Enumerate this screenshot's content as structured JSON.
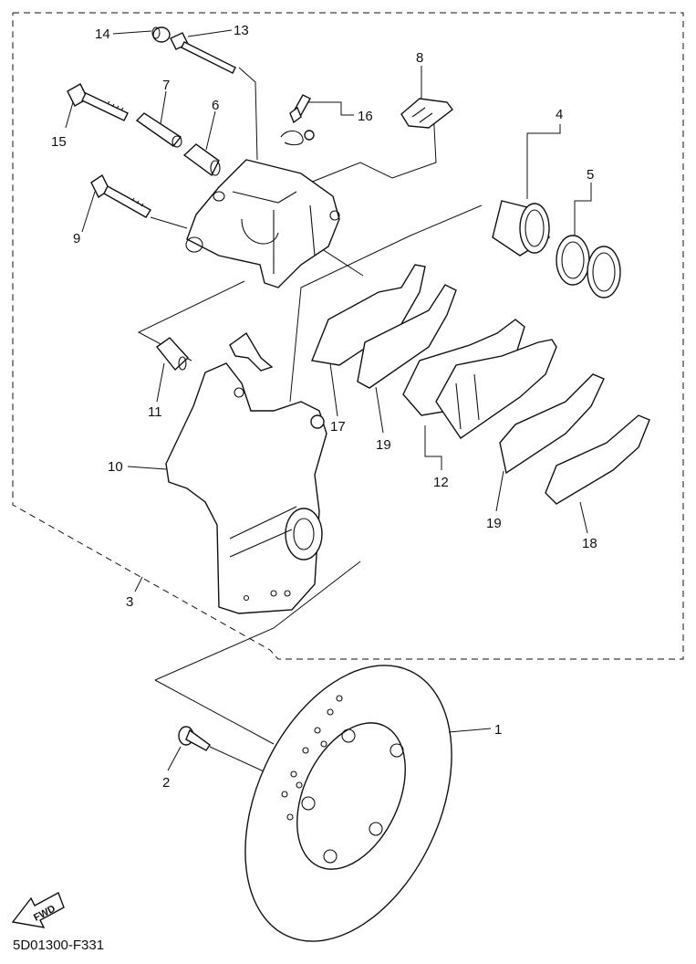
{
  "diagram": {
    "callouts": [
      {
        "id": "14",
        "label": "14"
      },
      {
        "id": "13",
        "label": "13"
      },
      {
        "id": "8",
        "label": "8"
      },
      {
        "id": "7",
        "label": "7"
      },
      {
        "id": "6",
        "label": "6"
      },
      {
        "id": "16",
        "label": "16"
      },
      {
        "id": "15",
        "label": "15"
      },
      {
        "id": "4",
        "label": "4"
      },
      {
        "id": "5",
        "label": "5"
      },
      {
        "id": "9",
        "label": "9"
      },
      {
        "id": "11",
        "label": "11"
      },
      {
        "id": "17",
        "label": "17"
      },
      {
        "id": "19a",
        "label": "19"
      },
      {
        "id": "10",
        "label": "10"
      },
      {
        "id": "12",
        "label": "12"
      },
      {
        "id": "19b",
        "label": "19"
      },
      {
        "id": "18",
        "label": "18"
      },
      {
        "id": "3",
        "label": "3"
      },
      {
        "id": "1",
        "label": "1"
      },
      {
        "id": "2",
        "label": "2"
      }
    ],
    "fwd_label": "FWD",
    "diagram_code": "5D01300-F331",
    "icons": [
      "fwd-arrow-icon"
    ]
  }
}
